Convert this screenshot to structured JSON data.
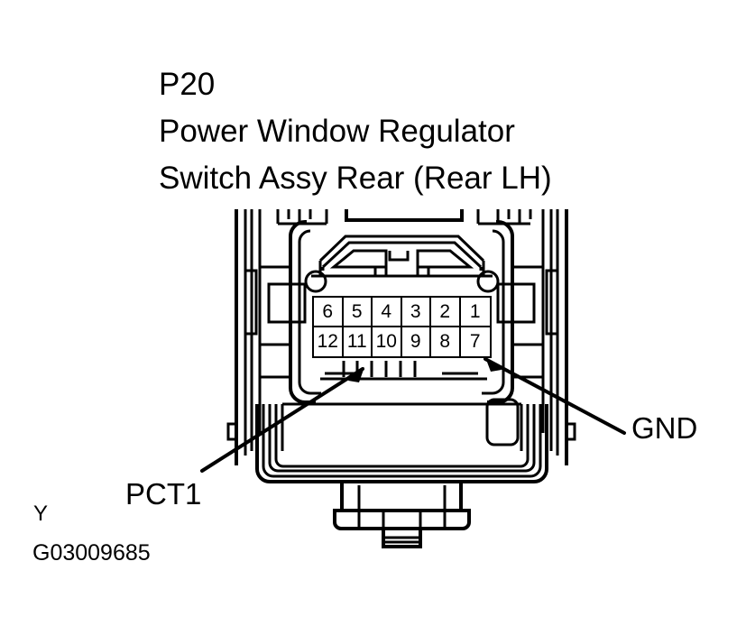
{
  "diagram": {
    "title_lines": [
      "P20",
      "Power Window Regulator",
      "Switch Assy Rear (Rear LH)"
    ],
    "connector_code": "P20",
    "connector_color_code": "Y",
    "figure_id": "G03009685",
    "line_color": "#000000",
    "background_color": "#ffffff"
  },
  "connector": {
    "name": "Power Window Regulator Switch Assy Rear (Rear LH)",
    "pin_rows": [
      {
        "row": "top",
        "pins": [
          "6",
          "5",
          "4",
          "3",
          "2",
          "1"
        ]
      },
      {
        "row": "bottom",
        "pins": [
          "12",
          "11",
          "10",
          "9",
          "8",
          "7"
        ]
      }
    ]
  },
  "callouts": [
    {
      "id": "pct1",
      "label": "PCT1",
      "pin": "11"
    },
    {
      "id": "gnd",
      "label": "GND",
      "pin": "7"
    }
  ]
}
